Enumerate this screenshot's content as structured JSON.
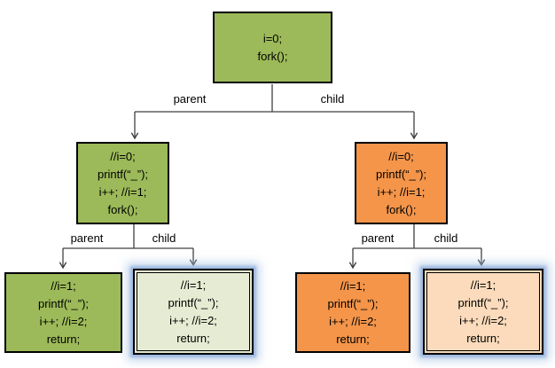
{
  "colors": {
    "green": "#9CBA59",
    "orange": "#F4954A",
    "light_green": "#E6ECD3",
    "light_orange": "#FBDBBB",
    "glow_blue": "#A3BFE3",
    "line": "#404040",
    "border": "#000000"
  },
  "edge_labels": {
    "parent": "parent",
    "child": "child"
  },
  "nodes": {
    "root": {
      "lines": [
        "i=0;",
        "fork();"
      ]
    },
    "fork_level": {
      "lines": [
        "//i=0;",
        "printf(“_”);",
        "i++; //i=1;",
        "fork();"
      ]
    },
    "leaf_level": {
      "lines": [
        "//i=1;",
        "printf(“_”);",
        "i++; //i=2;",
        "return;"
      ]
    }
  }
}
